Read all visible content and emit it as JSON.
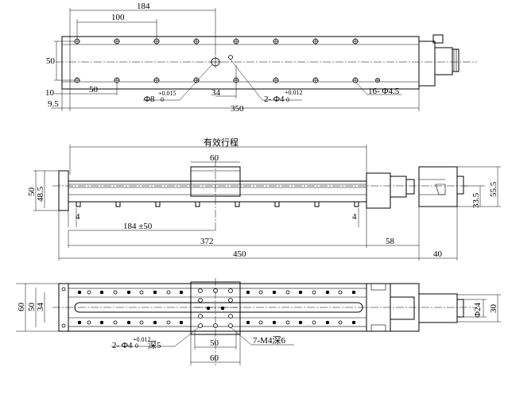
{
  "top_view": {
    "dim_184": "184",
    "dim_100": "100",
    "dim_50_height": "50",
    "dim_50": "50",
    "dim_10": "10",
    "dim_9_5": "9.5",
    "dim_350": "350",
    "dim_34": "34",
    "pin_hole_main": "Φ8",
    "pin_hole_main_tol_upper": "+0.015",
    "pin_hole_main_tol_lower": "0",
    "pin_hole_pair": "2- Φ4",
    "pin_hole_pair_tol_upper": "+0.012",
    "pin_hole_pair_tol_lower": "0",
    "mount_holes": "16- Φ4.5"
  },
  "side_view": {
    "effective_stroke": "有效行程",
    "dim_60": "60",
    "dim_50": "50",
    "dim_48_5": "48.5",
    "dim_4_left": "4",
    "dim_4_right": "4",
    "dim_184_pm": "184 ±50",
    "dim_372": "372",
    "dim_58": "58",
    "dim_450": "450",
    "dim_40": "40",
    "dim_33_5": "33.5",
    "dim_55_5": "55.5"
  },
  "bottom_view": {
    "dim_60_height": "60",
    "dim_50": "50",
    "dim_34": "34",
    "pin_holes": "2- Φ4",
    "pin_holes_tol_upper": "+0.012",
    "pin_holes_tol_lower": "0",
    "pin_depth": "深5",
    "thread_holes": "7-M4深6",
    "dim_carriage_50": "50",
    "dim_carriage_60": "60",
    "dim_phi24": "Φ24",
    "dim_30": "30"
  }
}
